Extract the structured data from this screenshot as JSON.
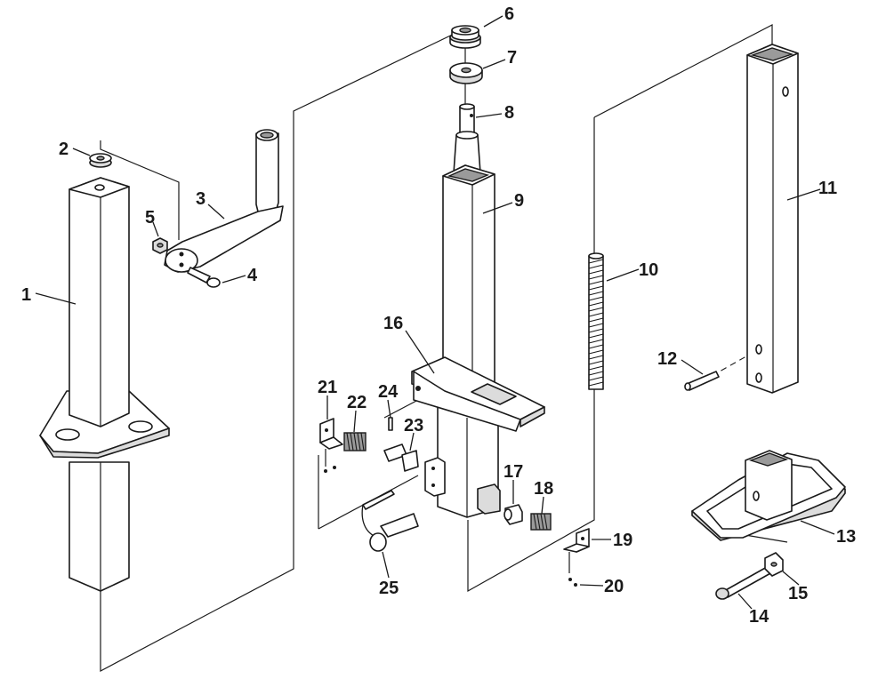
{
  "callouts": {
    "c1": "1",
    "c2": "2",
    "c3": "3",
    "c4": "4",
    "c5": "5",
    "c6": "6",
    "c7": "7",
    "c8": "8",
    "c9": "9",
    "c10": "10",
    "c11": "11",
    "c12": "12",
    "c13": "13",
    "c14": "14",
    "c15": "15",
    "c16": "16",
    "c17": "17",
    "c18": "18",
    "c19": "19",
    "c20": "20",
    "c21": "21",
    "c22": "22",
    "c23": "23",
    "c24": "24",
    "c25": "25"
  },
  "colors": {
    "line": "#1a1a1a",
    "shade": "#dcdcdc",
    "background": "#ffffff"
  }
}
